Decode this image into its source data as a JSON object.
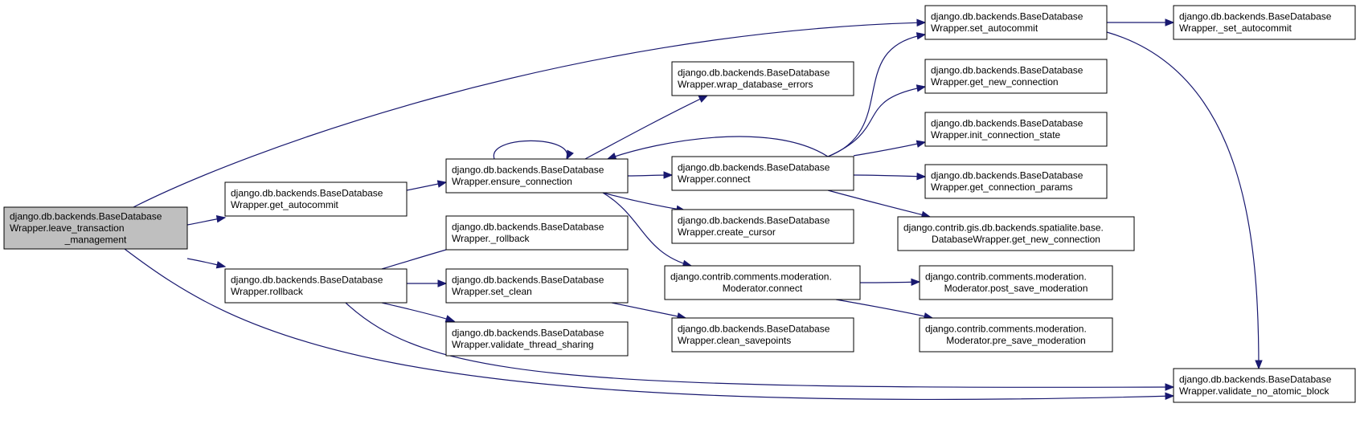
{
  "colors": {
    "edge": "#191970",
    "root_fill": "#bfbfbf",
    "node_fill": "#ffffff",
    "node_border": "#000000"
  },
  "nodes": [
    {
      "id": "leave",
      "root": true,
      "lines": [
        "django.db.backends.BaseDatabase",
        "Wrapper.leave_transaction",
        "_management"
      ]
    },
    {
      "id": "get_autocommit",
      "lines": [
        "django.db.backends.BaseDatabase",
        "Wrapper.get_autocommit"
      ]
    },
    {
      "id": "rollback",
      "lines": [
        "django.db.backends.BaseDatabase",
        "Wrapper.rollback"
      ]
    },
    {
      "id": "ensure_connection",
      "lines": [
        "django.db.backends.BaseDatabase",
        "Wrapper.ensure_connection"
      ]
    },
    {
      "id": "_rollback",
      "lines": [
        "django.db.backends.BaseDatabase",
        "Wrapper._rollback"
      ]
    },
    {
      "id": "set_clean",
      "lines": [
        "django.db.backends.BaseDatabase",
        "Wrapper.set_clean"
      ]
    },
    {
      "id": "validate_thread_sharing",
      "lines": [
        "django.db.backends.BaseDatabase",
        "Wrapper.validate_thread_sharing"
      ]
    },
    {
      "id": "wrap_database_errors",
      "lines": [
        "django.db.backends.BaseDatabase",
        "Wrapper.wrap_database_errors"
      ]
    },
    {
      "id": "connect",
      "lines": [
        "django.db.backends.BaseDatabase",
        "Wrapper.connect"
      ]
    },
    {
      "id": "create_cursor",
      "lines": [
        "django.db.backends.BaseDatabase",
        "Wrapper.create_cursor"
      ]
    },
    {
      "id": "moderator_connect",
      "lines": [
        "django.contrib.comments.moderation.",
        "Moderator.connect"
      ]
    },
    {
      "id": "clean_savepoints",
      "lines": [
        "django.db.backends.BaseDatabase",
        "Wrapper.clean_savepoints"
      ]
    },
    {
      "id": "set_autocommit",
      "lines": [
        "django.db.backends.BaseDatabase",
        "Wrapper.set_autocommit"
      ]
    },
    {
      "id": "get_new_connection",
      "lines": [
        "django.db.backends.BaseDatabase",
        "Wrapper.get_new_connection"
      ]
    },
    {
      "id": "init_connection_state",
      "lines": [
        "django.db.backends.BaseDatabase",
        "Wrapper.init_connection_state"
      ]
    },
    {
      "id": "get_connection_params",
      "lines": [
        "django.db.backends.BaseDatabase",
        "Wrapper.get_connection_params"
      ]
    },
    {
      "id": "spatialite_get_new_connection",
      "lines": [
        "django.contrib.gis.db.backends.spatialite.base.",
        "DatabaseWrapper.get_new_connection"
      ]
    },
    {
      "id": "post_save_moderation",
      "lines": [
        "django.contrib.comments.moderation.",
        "Moderator.post_save_moderation"
      ]
    },
    {
      "id": "pre_save_moderation",
      "lines": [
        "django.contrib.comments.moderation.",
        "Moderator.pre_save_moderation"
      ]
    },
    {
      "id": "_set_autocommit",
      "lines": [
        "django.db.backends.BaseDatabase",
        "Wrapper._set_autocommit"
      ]
    },
    {
      "id": "validate_no_atomic_block",
      "lines": [
        "django.db.backends.BaseDatabase",
        "Wrapper.validate_no_atomic_block"
      ]
    }
  ],
  "edges": [
    [
      "leave",
      "get_autocommit"
    ],
    [
      "leave",
      "rollback"
    ],
    [
      "leave",
      "set_autocommit"
    ],
    [
      "leave",
      "validate_no_atomic_block"
    ],
    [
      "get_autocommit",
      "ensure_connection"
    ],
    [
      "rollback",
      "_rollback"
    ],
    [
      "rollback",
      "set_clean"
    ],
    [
      "rollback",
      "validate_thread_sharing"
    ],
    [
      "rollback",
      "validate_no_atomic_block"
    ],
    [
      "ensure_connection",
      "ensure_connection"
    ],
    [
      "ensure_connection",
      "wrap_database_errors"
    ],
    [
      "ensure_connection",
      "connect"
    ],
    [
      "ensure_connection",
      "create_cursor"
    ],
    [
      "ensure_connection",
      "moderator_connect"
    ],
    [
      "set_clean",
      "clean_savepoints"
    ],
    [
      "connect",
      "ensure_connection"
    ],
    [
      "connect",
      "set_autocommit"
    ],
    [
      "connect",
      "get_new_connection"
    ],
    [
      "connect",
      "init_connection_state"
    ],
    [
      "connect",
      "get_connection_params"
    ],
    [
      "connect",
      "spatialite_get_new_connection"
    ],
    [
      "moderator_connect",
      "post_save_moderation"
    ],
    [
      "moderator_connect",
      "pre_save_moderation"
    ],
    [
      "set_autocommit",
      "_set_autocommit"
    ],
    [
      "set_autocommit",
      "validate_no_atomic_block"
    ]
  ]
}
